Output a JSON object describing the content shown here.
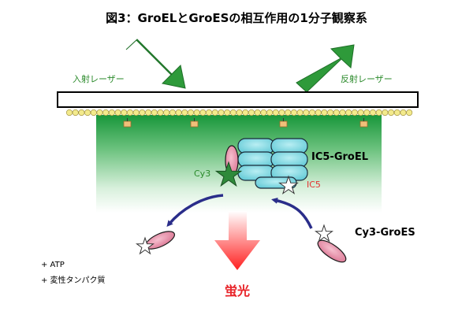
{
  "title": "図3：GroELとGroESの相互作用の1分子観察系",
  "labels": {
    "incident_laser": "入射レーザー",
    "reflected_laser": "反射レーザー",
    "groel_complex": "IC5-GroEL",
    "cy3": "Cy3",
    "ic5": "IC5",
    "cy3_groes": "Cy3-GroES",
    "atp": "+ ATP",
    "denatured_protein": "+ 変性タンパク質",
    "fluorescence": "蛍光"
  },
  "colors": {
    "laser_arrow": "#2e9a3a",
    "gradient_top": "#1e9a3a",
    "groel_body": "#7ed6e0",
    "groes_body": "#e58ca6",
    "cy3_star": "#2e8a3a",
    "ic5_star": "#ffffff",
    "recruit_arrow": "#2a2d8a",
    "fluorescence_arrow": "#ff2a2a",
    "bead": "#f3ea8c"
  }
}
